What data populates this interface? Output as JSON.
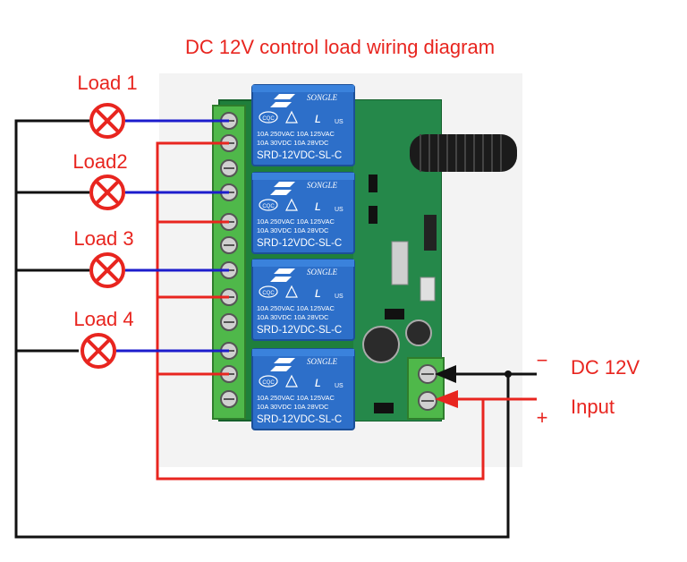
{
  "title": "DC 12V control load wiring diagram",
  "loads": [
    {
      "label": "Load 1"
    },
    {
      "label": "Load2"
    },
    {
      "label": "Load 3"
    },
    {
      "label": "Load 4"
    }
  ],
  "relay": {
    "brand": "SONGLE",
    "cert_left": "CQC",
    "cert_right": "US",
    "spec_line1": "10A 250VAC  10A  125VAC",
    "spec_line2": "10A  30VDC  10A   28VDC",
    "model": "SRD-12VDC-SL-C"
  },
  "power": {
    "voltage_label": "DC 12V",
    "input_label": "Input",
    "minus_symbol": "−",
    "plus_symbol": "+"
  },
  "colors": {
    "title": "#e8251f",
    "load_wire": "#1c1ccc",
    "common_wire": "#e8251f",
    "return_wire": "#111111",
    "lamp": "#e8251f",
    "relay_body": "#2d6fc9",
    "pcb": "#1f7f3b",
    "terminal": "#4fb84a"
  }
}
